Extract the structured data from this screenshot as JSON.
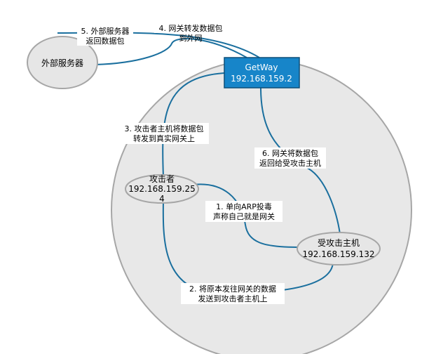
{
  "colors": {
    "connector": "#1a6f9e",
    "gateway_fill": "#1785c9",
    "gateway_border": "#0d4f79",
    "ellipse_fill": "#e6e6e6",
    "ellipse_border": "#a6a6a6",
    "network_fill": "#e8e8e8"
  },
  "nodes": {
    "external_server": {
      "label": "外部服务器"
    },
    "gateway": {
      "name": "GetWay",
      "ip": "192.168.159.2"
    },
    "attacker": {
      "name": "攻击者",
      "ip_line1": "192.168.159.25",
      "ip_line2": "4"
    },
    "victim": {
      "name": "受攻击主机",
      "ip": "192.168.159.132"
    }
  },
  "edges": {
    "step1": {
      "line1": "1. 单向ARP投毒",
      "line2": "声称自己就是网关"
    },
    "step2": {
      "line1": "2. 将原本发往网关的数据",
      "line2": "发送到攻击者主机上"
    },
    "step3": {
      "line1": "3. 攻击者主机将数据包",
      "line2": "转发到真实网关上"
    },
    "step4": {
      "line1": "4. 网关转发数据包",
      "line2": "到外网"
    },
    "step5": {
      "line1": "5. 外部服务器",
      "line2": "返回数据包"
    },
    "step6": {
      "line1": "6. 网关将数据包",
      "line2": "返回给受攻击主机"
    }
  }
}
